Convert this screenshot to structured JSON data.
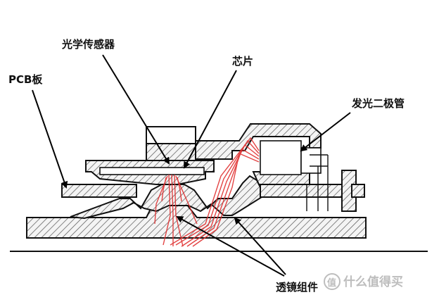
{
  "labels": {
    "sensor": "光学传感器",
    "chip": "芯片",
    "pcb": "PCB板",
    "led": "发光二极管",
    "lens": "透镜组件"
  },
  "watermark": {
    "text": "什么值得买",
    "icon": "zhi-logo-icon",
    "icon_glyph": "值"
  },
  "colors": {
    "light": "#e03030",
    "line": "#111111",
    "watermark": "#bdbdbd"
  }
}
